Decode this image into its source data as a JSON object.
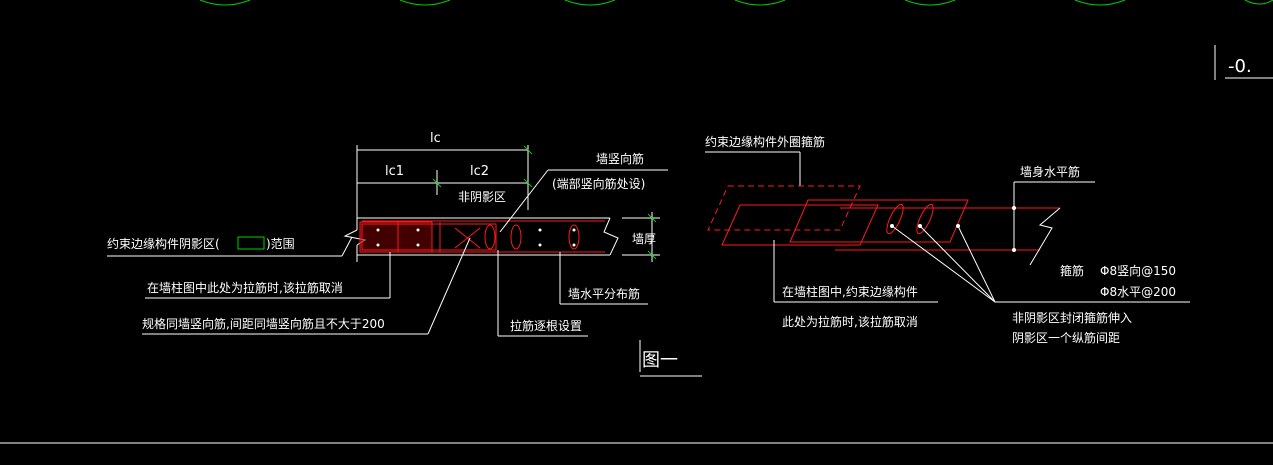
{
  "elevation_label": "-0.",
  "figure_label": "图一",
  "left_detail": {
    "dim_lc": "lc",
    "dim_lc1": "lc1",
    "dim_lc2": "lc2",
    "non_shadow_zone": "非阴影区",
    "wall_thickness_label": "墙厚",
    "shadow_zone_note_prefix": "约束边缘构件阴影区(",
    "shadow_zone_note_suffix": ")范围",
    "tie_note": "在墙柱图中此处为拉筋时,该拉筋取消",
    "spec_note": "规格同墙竖向筋,间距同墙竖向筋且不大于200",
    "tie_each_bar": "拉筋逐根设置",
    "wall_vertical_bar": "墙竖向筋",
    "wall_vertical_bar_sub": "(端部竖向筋处设)",
    "wall_horizontal_bar": "墙水平分布筋"
  },
  "right_detail": {
    "outer_stirrup": "约束边缘构件外圈箍筋",
    "wall_horizontal_bar": "墙身水平筋",
    "stirrup_label": "箍筋",
    "stirrup_vertical": "Φ8竖向@150",
    "stirrup_horizontal": "Φ8水平@200",
    "tie_note_line1": "在墙柱图中,约束边缘构件",
    "tie_note_line2": "此处为拉筋时,该拉筋取消",
    "closed_stirrup_line1": "非阴影区封闭箍筋伸入",
    "closed_stirrup_line2": "阴影区一个纵筋间距"
  },
  "colors": {
    "background": "#000000",
    "line": "#ffffff",
    "rebar": "#ff1a1a",
    "zone": "#00d000"
  }
}
